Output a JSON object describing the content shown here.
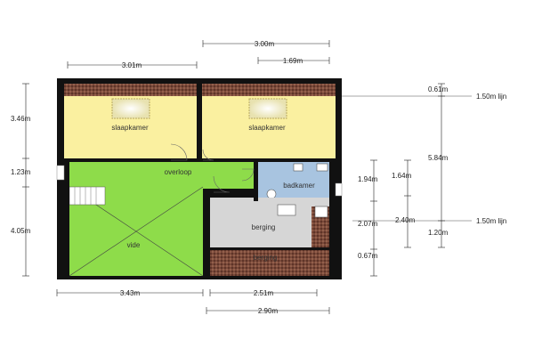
{
  "rooms": {
    "slaapkamer_left": "slaapkamer",
    "slaapkamer_right": "slaapkamer",
    "overloop": "overloop",
    "badkamer": "badkamer",
    "berging": "berging",
    "berging_bottom": "berging",
    "vide": "vide"
  },
  "dimensions": {
    "top_1": "3.00m",
    "top_2": "1.69m",
    "top_3": "3.01m",
    "left_1": "3.46m",
    "left_2": "1.23m",
    "left_3": "4.05m",
    "bottom_1": "3.43m",
    "bottom_2": "2.51m",
    "bottom_3": "2.90m",
    "right_a": "1.94m",
    "right_b": "1.64m",
    "right_c": "2.07m",
    "right_d": "2.40m",
    "right_e": "0.67m",
    "right_far_1": "0.61m",
    "right_far_2": "5.84m",
    "right_far_3": "1.20m",
    "lijn_1": "1.50m lijn",
    "lijn_2": "1.50m lijn"
  },
  "colors": {
    "bedroom": "#faf0a0",
    "overloop": "#8edc4a",
    "vide": "#8edc4a",
    "bathroom": "#a8c4e0",
    "berging": "#d6d6d6",
    "roof": "#7a4a3a",
    "wall": "#111111"
  }
}
